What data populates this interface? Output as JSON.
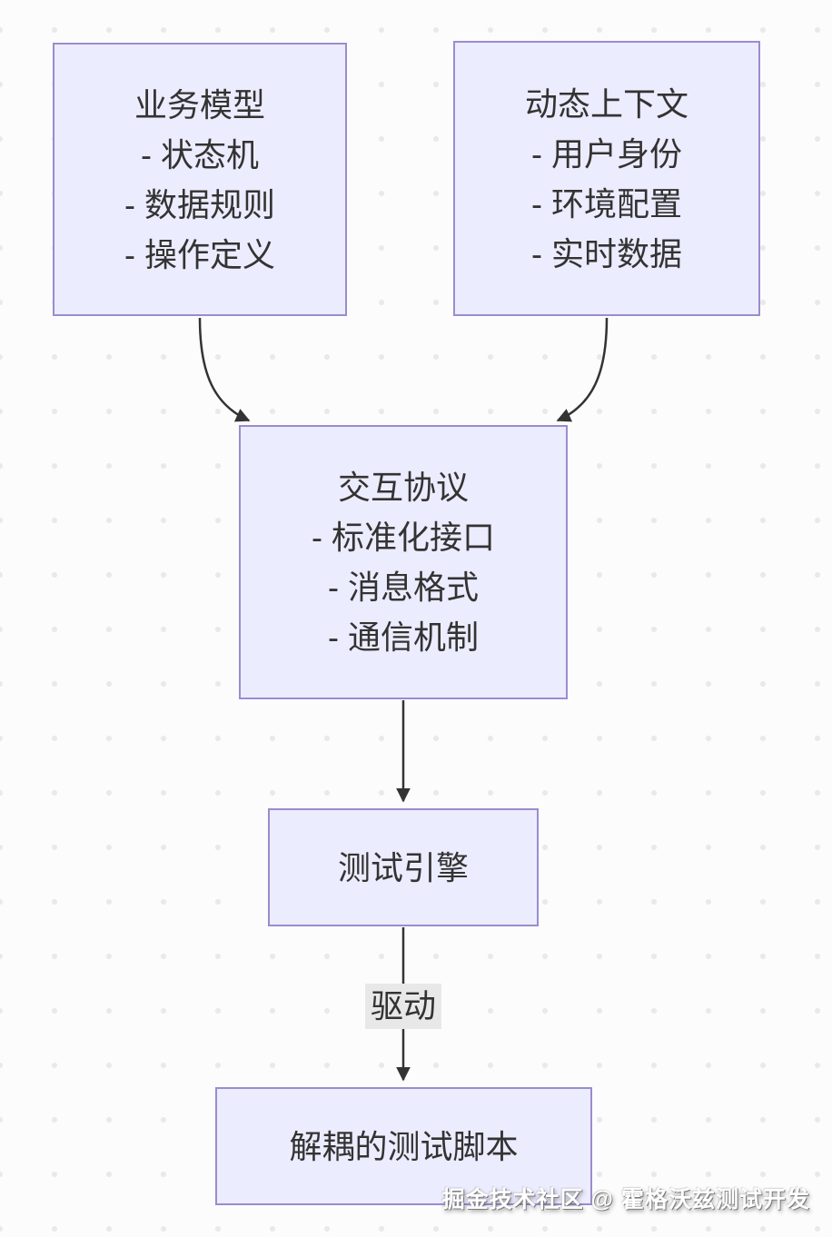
{
  "colors": {
    "background": "#fcfcfd",
    "node_fill": "#ececff",
    "node_border": "#9b8cce",
    "edge": "#333333",
    "text": "#333333",
    "edge_label_bg": "#e8e8e8"
  },
  "diagram": {
    "nodes": [
      {
        "title": "业务模型",
        "items": [
          "- 状态机",
          "- 数据规则",
          "- 操作定义"
        ]
      },
      {
        "title": "动态上下文",
        "items": [
          "- 用户身份",
          "- 环境配置",
          "- 实时数据"
        ]
      },
      {
        "title": "交互协议",
        "items": [
          "- 标准化接口",
          "- 消息格式",
          "- 通信机制"
        ]
      },
      {
        "title": "测试引擎"
      },
      {
        "title": "解耦的测试脚本"
      }
    ],
    "edge_label": "驱动"
  },
  "watermark": "掘金技术社区 @ 霍格沃兹测试开发"
}
